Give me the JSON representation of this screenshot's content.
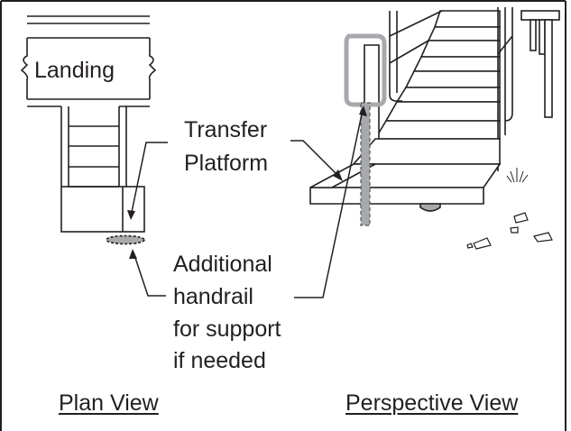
{
  "labels": {
    "landing": "Landing",
    "transfer_platform": [
      "Transfer",
      "Platform"
    ],
    "handrail_note": [
      "Additional",
      "handrail",
      "for support",
      "if needed"
    ],
    "plan_view": "Plan View",
    "perspective_view": "Perspective View"
  },
  "colors": {
    "ink": "#231f20",
    "handrail_gray": "#a7a9ac",
    "rail_outline": "#58595b",
    "background": "#ffffff"
  }
}
